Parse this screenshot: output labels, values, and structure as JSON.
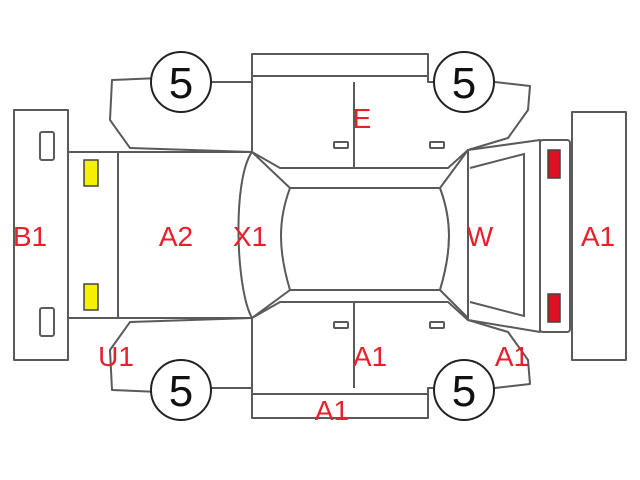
{
  "tires": {
    "front_left": "5",
    "front_right": "5",
    "rear_left": "5",
    "rear_right": "5"
  },
  "codes": {
    "rear_bumper": "B1",
    "trunk": "A2",
    "rear_glass": "X1",
    "roof_door_top": "E",
    "windshield": "W",
    "front_bumper": "A1",
    "rear_quarter_bottom": "U1",
    "door_bottom": "A1",
    "front_fender_bottom": "A1",
    "rocker_bottom": "A1"
  },
  "markers": {
    "rear_lamp_color": "#f5f000",
    "front_lamp_color": "#e01020"
  }
}
